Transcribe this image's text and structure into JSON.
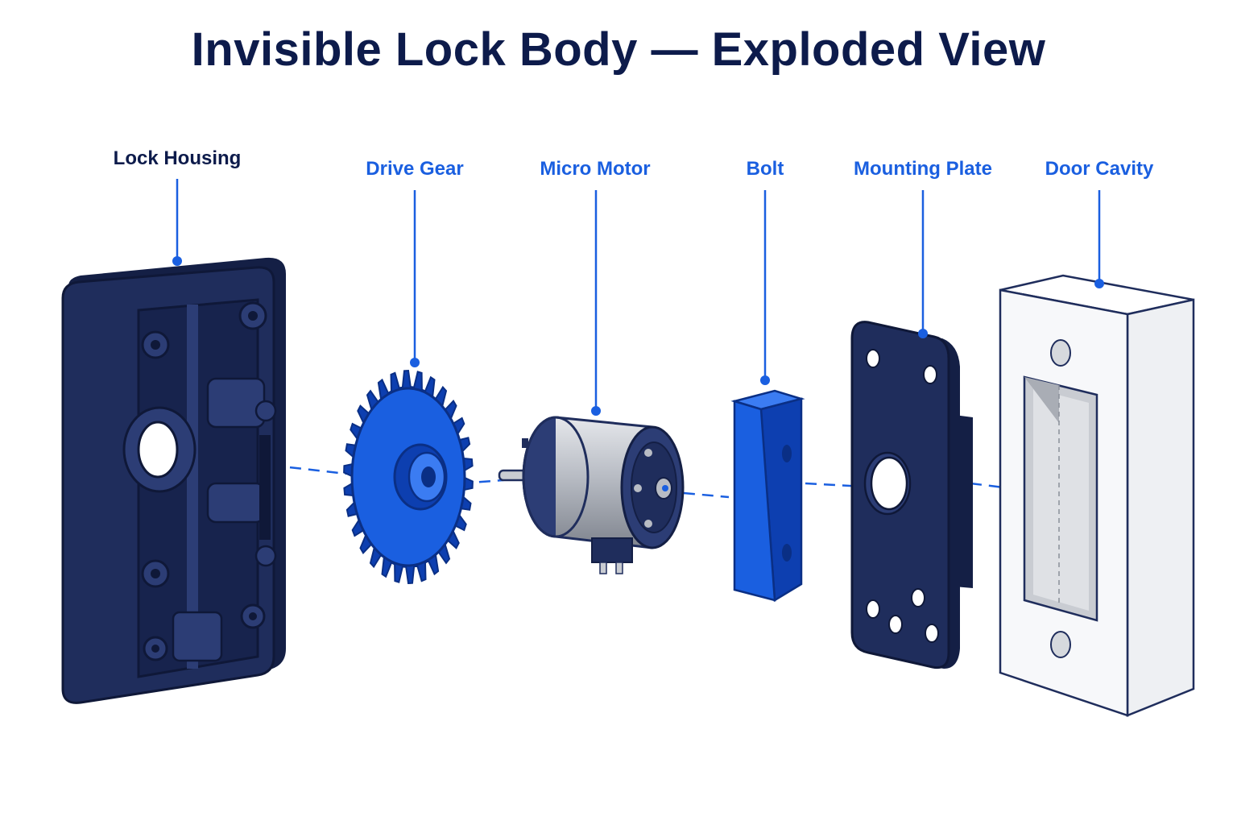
{
  "title": "Invisible Lock Body — Exploded View",
  "colors": {
    "title": "#0d1b4b",
    "navy": "#1f2d5c",
    "navy_dark": "#141f45",
    "navy_light": "#2c3d75",
    "blue": "#1a5fe0",
    "blue_dark": "#0d3fb0",
    "blue_light": "#3b7cf2",
    "leader": "#1a5fe0",
    "label_dark": "#0d1b4b",
    "label_blue": "#1a5fe0",
    "silver": "#b8bcc4",
    "white_part": "#f7f8fa"
  },
  "components": [
    {
      "id": "lock-housing",
      "label": "Lock Housing",
      "icon": "lock-housing-icon"
    },
    {
      "id": "drive-gear",
      "label": "Drive Gear",
      "icon": "drive-gear-icon"
    },
    {
      "id": "micro-motor",
      "label": "Micro Motor",
      "icon": "micro-motor-icon"
    },
    {
      "id": "bolt",
      "label": "Bolt",
      "icon": "bolt-icon"
    },
    {
      "id": "mounting-plate",
      "label": "Mounting Plate",
      "icon": "mounting-plate-icon"
    },
    {
      "id": "door-cavity",
      "label": "Door Cavity",
      "icon": "door-cavity-icon"
    }
  ]
}
